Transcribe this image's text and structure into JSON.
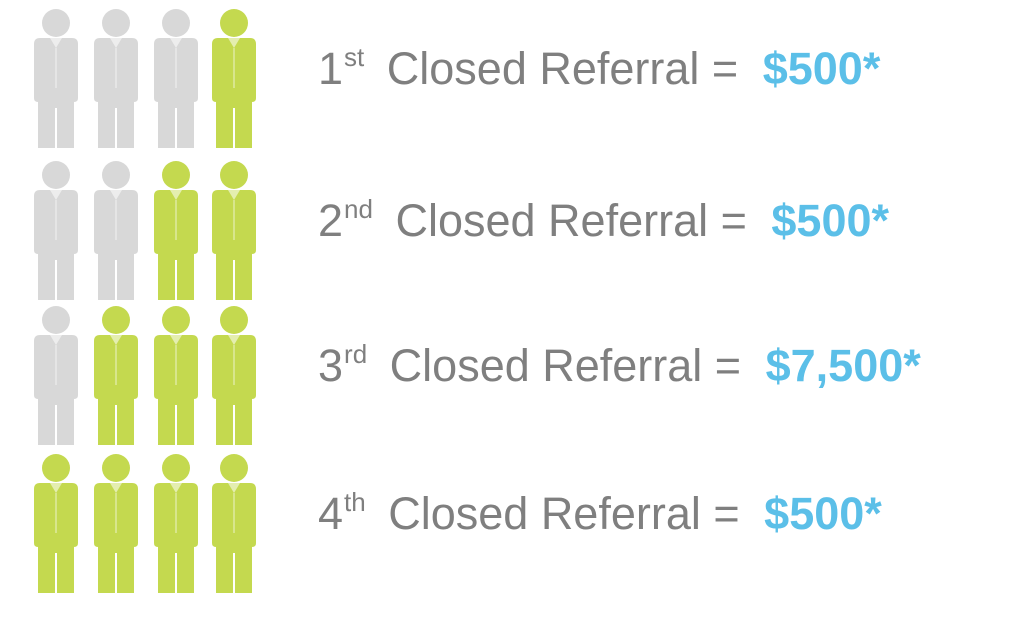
{
  "colors": {
    "inactive": "#d8d8d8",
    "active": "#c4d94f",
    "text": "#7f7f7f",
    "amount": "#5bbfe8"
  },
  "icon": "person-icon",
  "rows": [
    {
      "ordinal_number": "1",
      "ordinal_suffix": "st",
      "text": "Closed Referral =",
      "amount": "$500*",
      "people": [
        "inactive",
        "inactive",
        "inactive",
        "active"
      ]
    },
    {
      "ordinal_number": "2",
      "ordinal_suffix": "nd",
      "text": "Closed Referral =",
      "amount": "$500*",
      "people": [
        "inactive",
        "inactive",
        "active",
        "active"
      ]
    },
    {
      "ordinal_number": "3",
      "ordinal_suffix": "rd",
      "text": "Closed Referral =",
      "amount": "$7,500*",
      "people": [
        "inactive",
        "active",
        "active",
        "active"
      ]
    },
    {
      "ordinal_number": "4",
      "ordinal_suffix": "th",
      "text": "Closed Referral =",
      "amount": "$500*",
      "people": [
        "active",
        "active",
        "active",
        "active"
      ]
    }
  ]
}
